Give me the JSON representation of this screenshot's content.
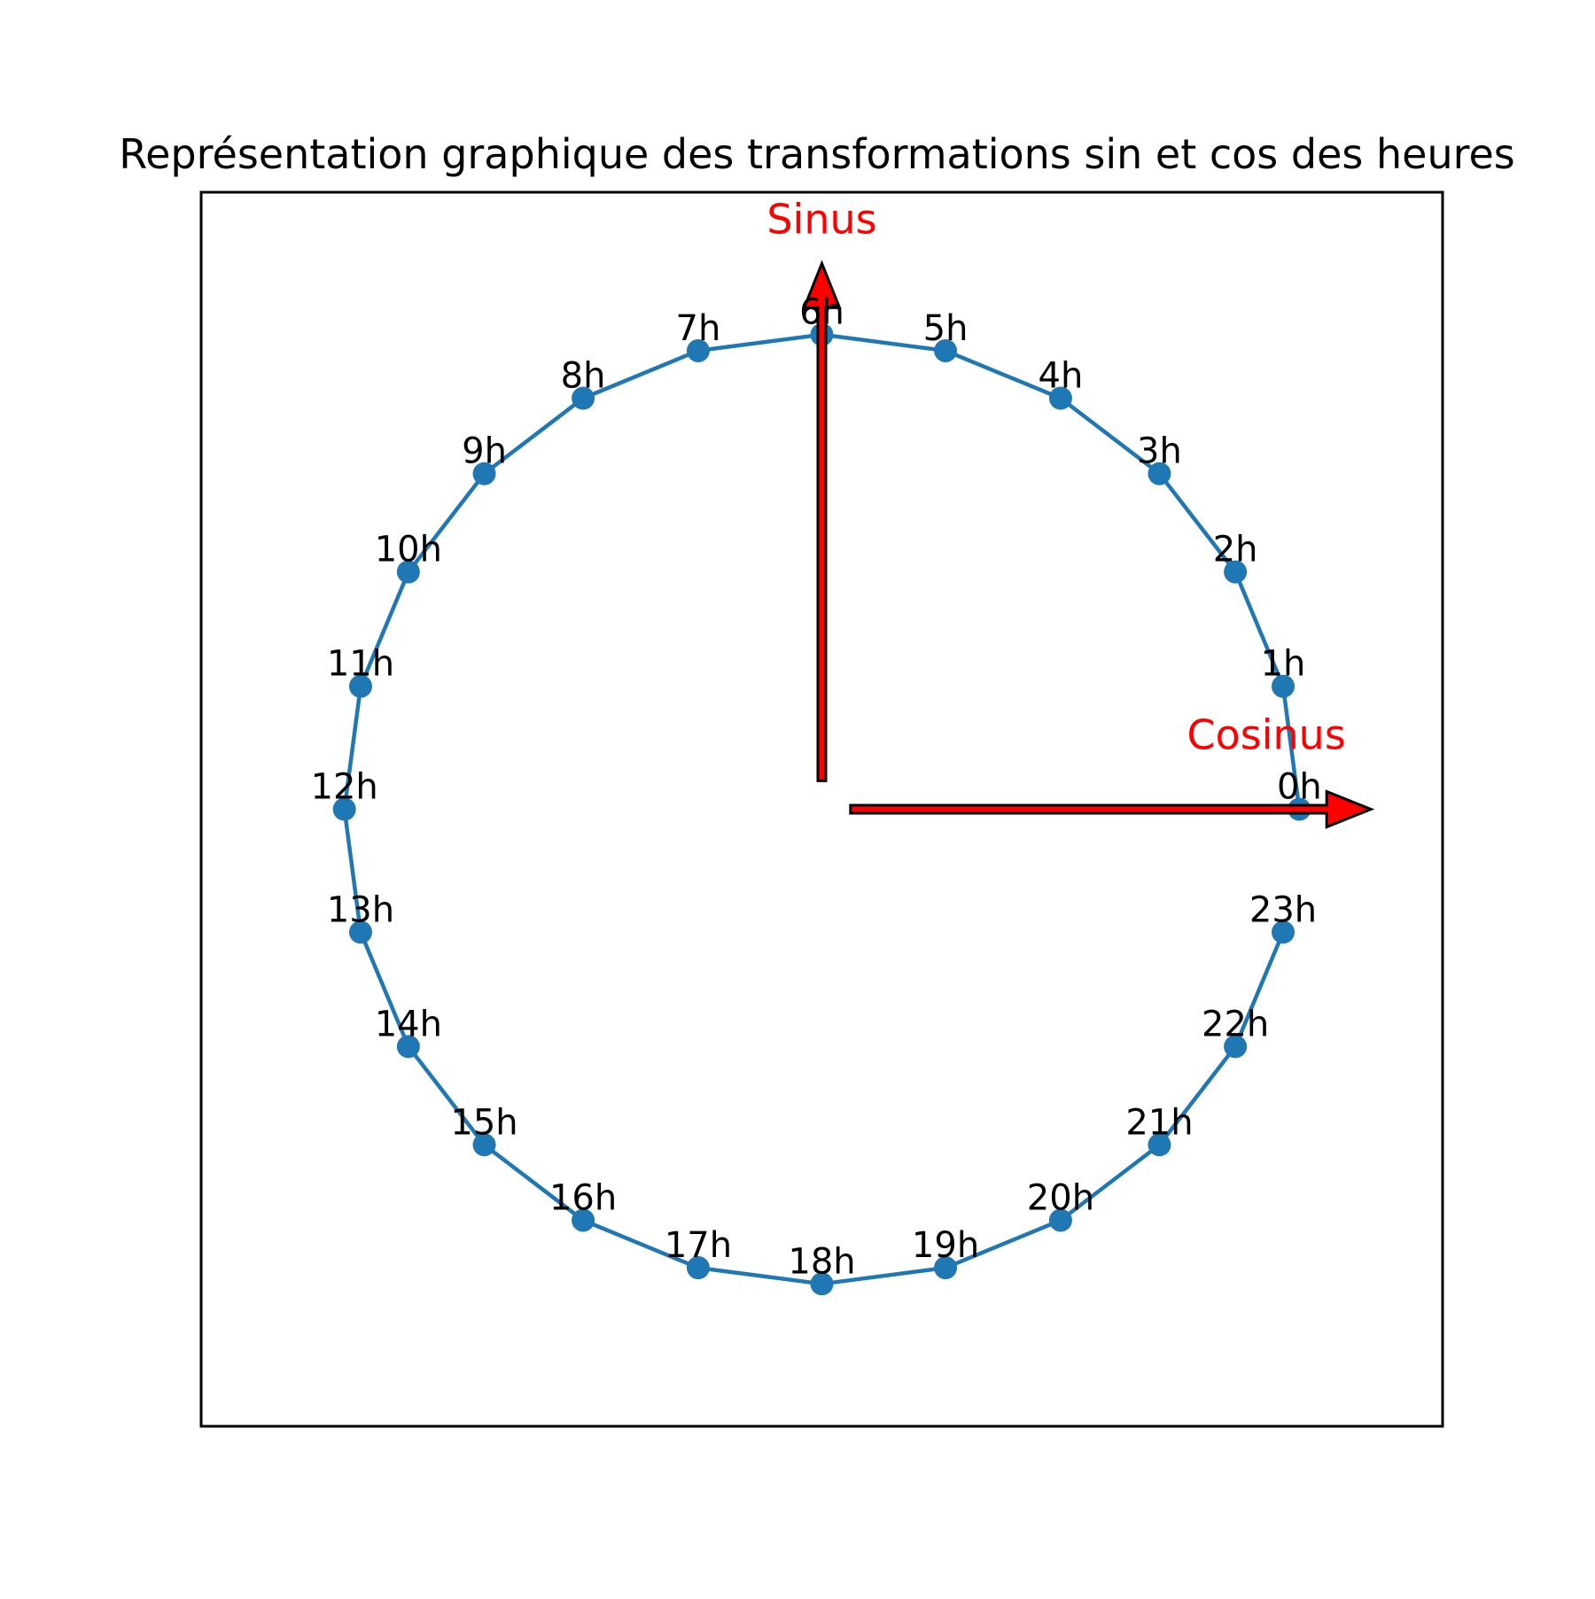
{
  "chart_data": {
    "type": "line",
    "title": "Représentation graphique des transformations sin et cos des heures",
    "xlabel": "",
    "ylabel": "",
    "xlim": [
      -1.3,
      1.3
    ],
    "ylim": [
      -1.3,
      1.3
    ],
    "grid": false,
    "ticks_visible": false,
    "series": [
      {
        "color": "#1f77b4",
        "marker": "circle",
        "points": [
          {
            "label": "0h",
            "x": 1.0,
            "y": 0.0
          },
          {
            "label": "1h",
            "x": 0.966,
            "y": 0.259
          },
          {
            "label": "2h",
            "x": 0.866,
            "y": 0.5
          },
          {
            "label": "3h",
            "x": 0.707,
            "y": 0.707
          },
          {
            "label": "4h",
            "x": 0.5,
            "y": 0.866
          },
          {
            "label": "5h",
            "x": 0.259,
            "y": 0.966
          },
          {
            "label": "6h",
            "x": 0.0,
            "y": 1.0
          },
          {
            "label": "7h",
            "x": -0.259,
            "y": 0.966
          },
          {
            "label": "8h",
            "x": -0.5,
            "y": 0.866
          },
          {
            "label": "9h",
            "x": -0.707,
            "y": 0.707
          },
          {
            "label": "10h",
            "x": -0.866,
            "y": 0.5
          },
          {
            "label": "11h",
            "x": -0.966,
            "y": 0.259
          },
          {
            "label": "12h",
            "x": -1.0,
            "y": 0.0
          },
          {
            "label": "13h",
            "x": -0.966,
            "y": -0.259
          },
          {
            "label": "14h",
            "x": -0.866,
            "y": -0.5
          },
          {
            "label": "15h",
            "x": -0.707,
            "y": -0.707
          },
          {
            "label": "16h",
            "x": -0.5,
            "y": -0.866
          },
          {
            "label": "17h",
            "x": -0.259,
            "y": -0.966
          },
          {
            "label": "18h",
            "x": 0.0,
            "y": -1.0
          },
          {
            "label": "19h",
            "x": 0.259,
            "y": -0.966
          },
          {
            "label": "20h",
            "x": 0.5,
            "y": -0.866
          },
          {
            "label": "21h",
            "x": 0.707,
            "y": -0.707
          },
          {
            "label": "22h",
            "x": 0.866,
            "y": -0.5
          },
          {
            "label": "23h",
            "x": 0.966,
            "y": -0.259
          }
        ]
      }
    ],
    "arrows": [
      {
        "label": "Cosinus",
        "color": "#ff0000",
        "from": [
          0.06,
          0.0
        ],
        "to": [
          1.15,
          0.0
        ]
      },
      {
        "label": "Sinus",
        "color": "#ff0000",
        "from": [
          0.0,
          0.06
        ],
        "to": [
          0.0,
          1.15
        ]
      }
    ]
  }
}
